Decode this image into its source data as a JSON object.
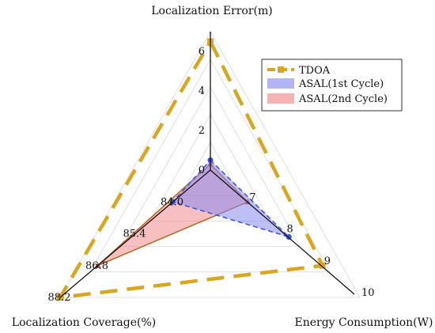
{
  "chart_data": {
    "type": "radar",
    "axes": [
      {
        "key": "error",
        "label": "Localization Error(m)",
        "ticks": [
          "0",
          "2",
          "4",
          "6"
        ],
        "range": [
          0,
          7
        ]
      },
      {
        "key": "energy",
        "label": "Energy Consumption(W)",
        "ticks": [
          "7",
          "8",
          "9",
          "10"
        ],
        "range": [
          6,
          10
        ]
      },
      {
        "key": "coverage",
        "label": "Localization Coverage(%)",
        "ticks": [
          "84.0",
          "85.4",
          "86.8",
          "88.2"
        ],
        "range": [
          82.6,
          88.2
        ]
      }
    ],
    "series": [
      {
        "name": "TDOA",
        "values": {
          "error": 6.5,
          "energy": 9.0,
          "coverage": 88.2
        },
        "color": "#DAA520",
        "style": "dashed"
      },
      {
        "name": "ASAL(1st Cycle)",
        "values": {
          "error": 0.5,
          "energy": 8.1,
          "coverage": 84.0
        },
        "color": "#3B5BDB",
        "fill": "#8A8AF0",
        "style": "dashed"
      },
      {
        "name": "ASAL(2nd Cycle)",
        "values": {
          "error": 0.3,
          "energy": 7.0,
          "coverage": 86.8
        },
        "color": "#B5651D",
        "fill": "#F08A8A",
        "style": "solid"
      }
    ],
    "legend": "top-right",
    "grid": true
  }
}
